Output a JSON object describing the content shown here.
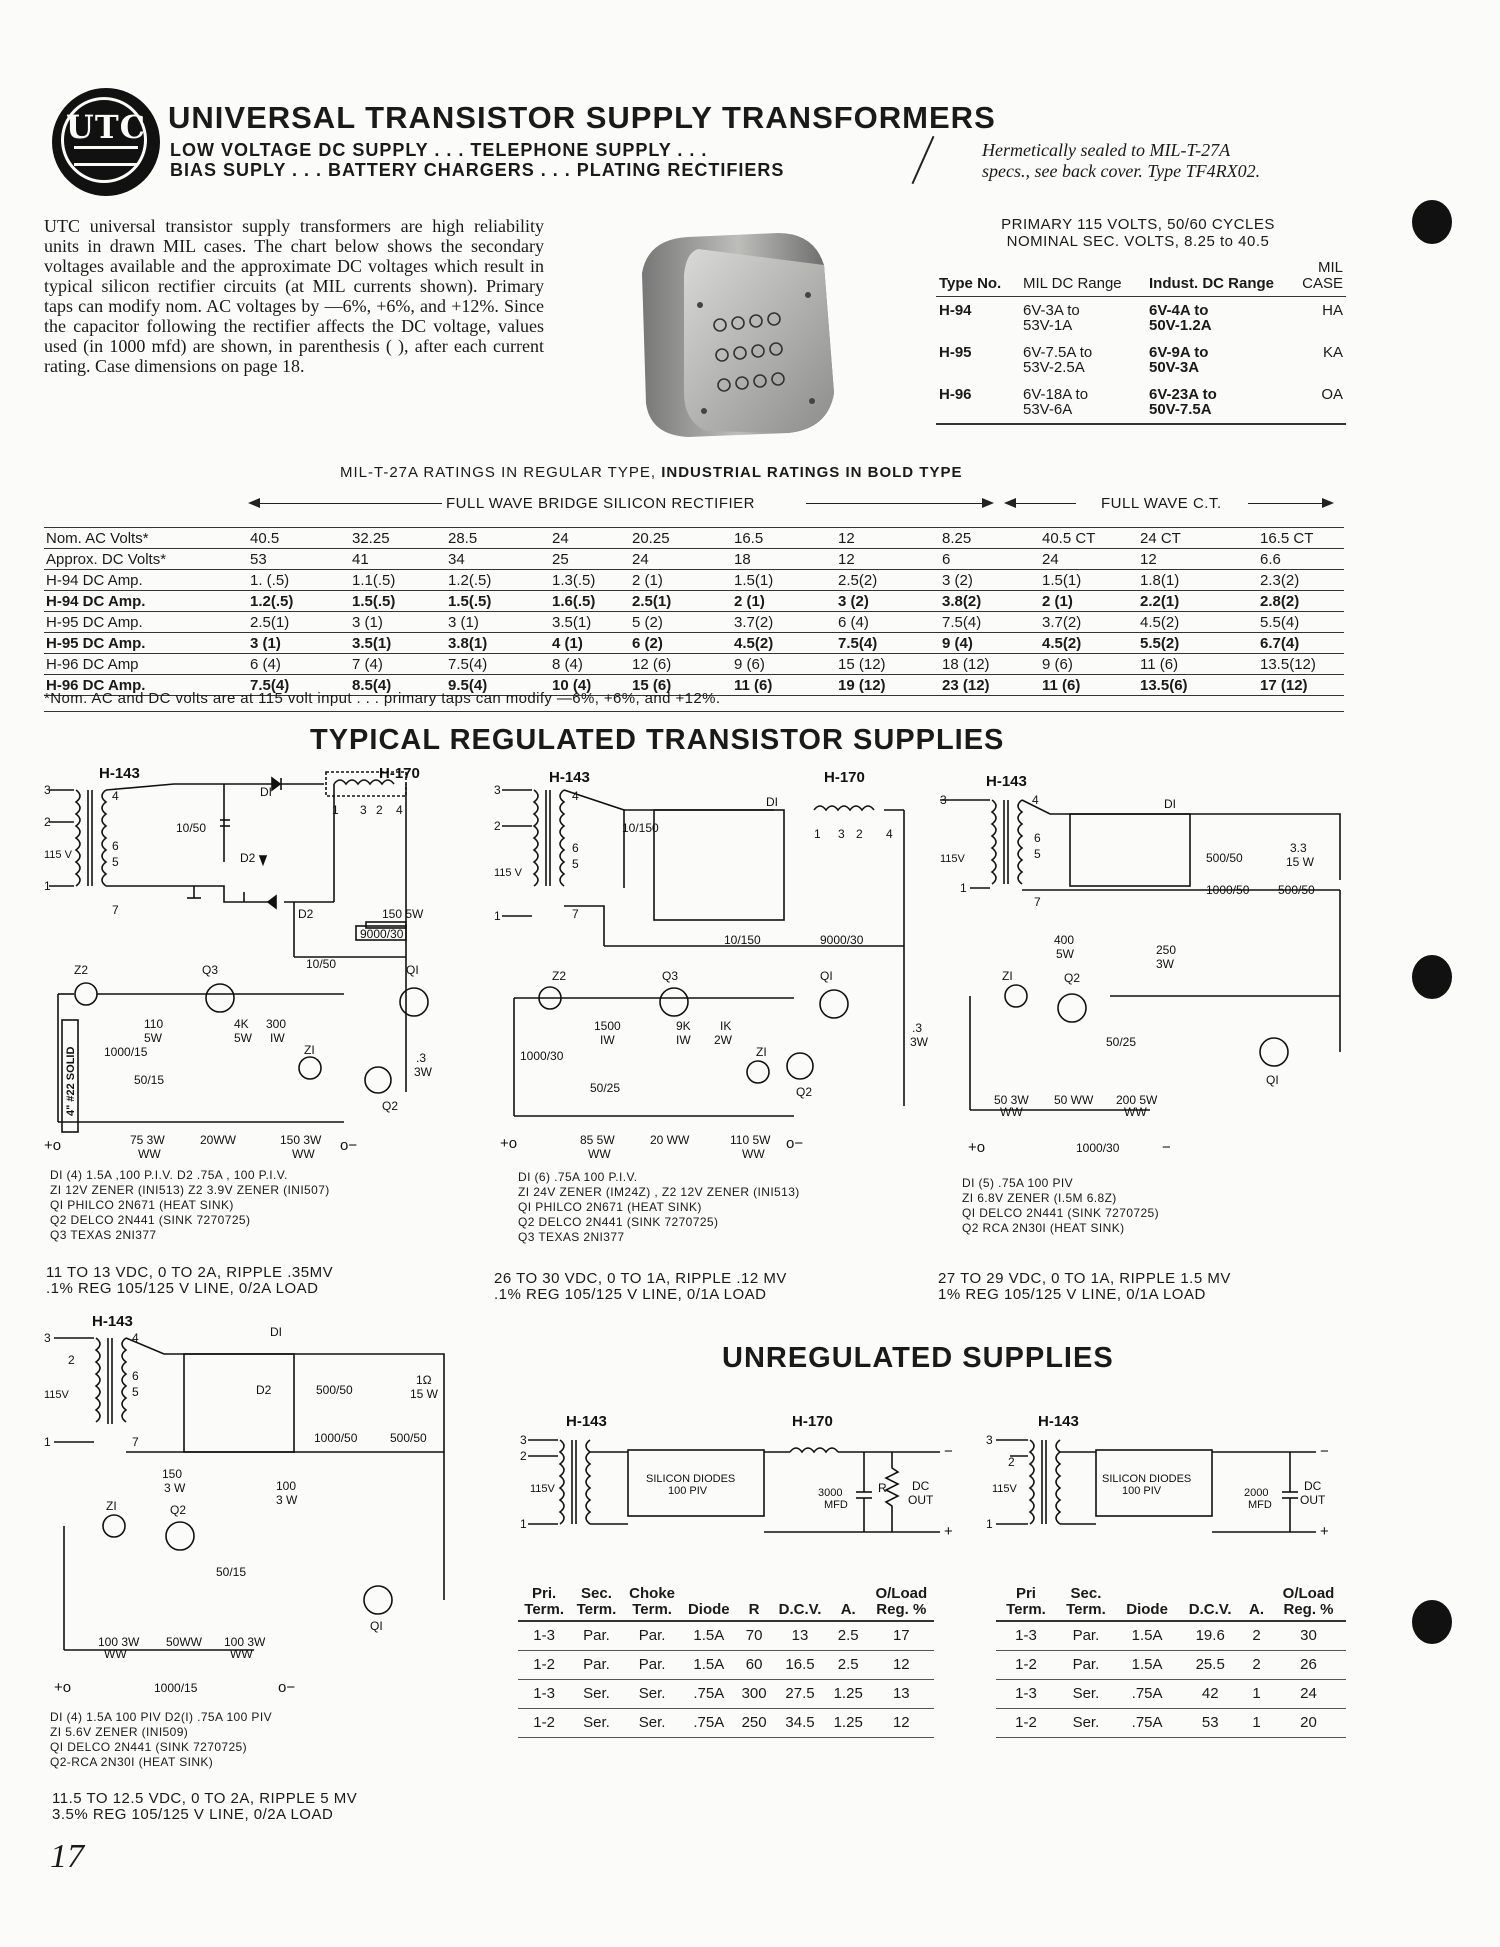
{
  "header": {
    "logo": "UTC",
    "title": "UNIVERSAL TRANSISTOR SUPPLY TRANSFORMERS",
    "subtitle_line1": "LOW VOLTAGE DC SUPPLY . . . TELEPHONE SUPPLY . . .",
    "subtitle_line2": "BIAS SUPLY . . . BATTERY CHARGERS . . . PLATING RECTIFIERS",
    "note_line1": "Hermetically sealed to MIL-T-27A",
    "note_line2": "specs., see back cover. Type TF4RX02."
  },
  "intro": "UTC universal transistor supply transformers are high reliability units in drawn MIL cases. The chart below shows the secondary voltages available and the approximate DC voltages which result in typical silicon rectifier circuits (at MIL currents shown). Primary taps can modify nom. AC voltages by —6%, +6%, and +12%. Since the capacitor following the rectifier affects the DC voltage, values used (in 1000 mfd) are shown, in parenthesis ( ), after each current rating. Case dimensions on page 18.",
  "primary_table": {
    "head_line1": "PRIMARY 115 VOLTS, 50/60 CYCLES",
    "head_line2": "NOMINAL SEC. VOLTS, 8.25 to 40.5",
    "col_type": "Type No.",
    "col_mil": "MIL DC Range",
    "col_indust": "Indust. DC Range",
    "col_case": "MIL CASE",
    "rows": [
      {
        "type": "H-94",
        "mil_a": "6V-3A to",
        "mil_b": "53V-1A",
        "ind_a": "6V-4A to",
        "ind_b": "50V-1.2A",
        "case": "HA"
      },
      {
        "type": "H-95",
        "mil_a": "6V-7.5A to",
        "mil_b": "53V-2.5A",
        "ind_a": "6V-9A to",
        "ind_b": "50V-3A",
        "case": "KA"
      },
      {
        "type": "H-96",
        "mil_a": "6V-18A to",
        "mil_b": "53V-6A",
        "ind_a": "6V-23A to",
        "ind_b": "50V-7.5A",
        "case": "OA"
      }
    ]
  },
  "ratings": {
    "note_regular": "MIL-T-27A RATINGS IN REGULAR TYPE,",
    "note_bold": "INDUSTRIAL RATINGS IN BOLD TYPE",
    "bridge_label": "FULL WAVE BRIDGE SILICON RECTIFIER",
    "ct_label": "FULL WAVE C.T.",
    "rows": [
      {
        "label": "Nom. AC Volts*",
        "bold": false,
        "cells": [
          "40.5",
          "32.25",
          "28.5",
          "24",
          "20.25",
          "16.5",
          "12",
          "8.25",
          "40.5 CT",
          "24 CT",
          "16.5 CT"
        ]
      },
      {
        "label": "Approx. DC Volts*",
        "bold": false,
        "cells": [
          "53",
          "41",
          "34",
          "25",
          "24",
          "18",
          "12",
          "6",
          "24",
          "12",
          "6.6"
        ]
      },
      {
        "label": "H-94 DC Amp.",
        "bold": false,
        "cells": [
          "1. (.5)",
          "1.1(.5)",
          "1.2(.5)",
          "1.3(.5)",
          "2 (1)",
          "1.5(1)",
          "2.5(2)",
          "3 (2)",
          "1.5(1)",
          "1.8(1)",
          "2.3(2)"
        ]
      },
      {
        "label": "H-94 DC Amp.",
        "bold": true,
        "cells": [
          "1.2(.5)",
          "1.5(.5)",
          "1.5(.5)",
          "1.6(.5)",
          "2.5(1)",
          "2 (1)",
          "3 (2)",
          "3.8(2)",
          "2 (1)",
          "2.2(1)",
          "2.8(2)"
        ]
      },
      {
        "label": "H-95 DC Amp.",
        "bold": false,
        "cells": [
          "2.5(1)",
          "3 (1)",
          "3 (1)",
          "3.5(1)",
          "5 (2)",
          "3.7(2)",
          "6 (4)",
          "7.5(4)",
          "3.7(2)",
          "4.5(2)",
          "5.5(4)"
        ]
      },
      {
        "label": "H-95 DC Amp.",
        "bold": true,
        "cells": [
          "3 (1)",
          "3.5(1)",
          "3.8(1)",
          "4 (1)",
          "6 (2)",
          "4.5(2)",
          "7.5(4)",
          "9 (4)",
          "4.5(2)",
          "5.5(2)",
          "6.7(4)"
        ]
      },
      {
        "label": "H-96 DC Amp",
        "bold": false,
        "cells": [
          "6 (4)",
          "7 (4)",
          "7.5(4)",
          "8 (4)",
          "12 (6)",
          "9 (6)",
          "15 (12)",
          "18 (12)",
          "9 (6)",
          "11 (6)",
          "13.5(12)"
        ]
      },
      {
        "label": "H-96 DC Amp.",
        "bold": true,
        "cells": [
          "7.5(4)",
          "8.5(4)",
          "9.5(4)",
          "10 (4)",
          "15 (6)",
          "11 (6)",
          "19 (12)",
          "23 (12)",
          "11 (6)",
          "13.5(6)",
          "17 (12)"
        ]
      }
    ],
    "footnote": "*Nom. AC and DC volts are at 115 volt input . . . primary taps can modify —6%, +6%, and +12%."
  },
  "regulated": {
    "title": "TYPICAL REGULATED TRANSISTOR SUPPLIES",
    "circuits": [
      {
        "xfmr": "H-143",
        "choke": "H-170",
        "parts": [
          "DI (4) 1.5A ,100 P.I.V. D2 .75A , 100 P.I.V.",
          "ZI 12V ZENER (INI513) Z2 3.9V ZENER (INI507)",
          "QI PHILCO 2N671 (HEAT SINK)",
          "Q2 DELCO 2N441 (SINK 7270725)",
          "Q3 TEXAS 2NI377"
        ],
        "spec1": "11 TO 13 VDC, 0 TO 2A, RIPPLE .35MV",
        "spec2": ".1% REG 105/125 V LINE, 0/2A LOAD"
      },
      {
        "xfmr": "H-143",
        "choke": "H-170",
        "parts": [
          "DI (6) .75A 100 P.I.V.",
          "ZI 24V ZENER (IM24Z) , Z2 12V ZENER (INI513)",
          "QI PHILCO 2N671 (HEAT SINK)",
          "Q2 DELCO 2N441 (SINK 7270725)",
          "Q3 TEXAS 2NI377"
        ],
        "spec1": "26 TO 30 VDC, 0 TO 1A, RIPPLE .12 MV",
        "spec2": ".1% REG 105/125 V LINE, 0/1A LOAD"
      },
      {
        "xfmr": "H-143",
        "parts": [
          "DI (5) .75A 100 PIV",
          "ZI 6.8V ZENER (I.5M 6.8Z)",
          "QI DELCO 2N441 (SINK 7270725)",
          "Q2 RCA 2N30I (HEAT SINK)"
        ],
        "spec1": "27 TO 29 VDC, 0 TO 1A, RIPPLE 1.5 MV",
        "spec2": "1% REG 105/125 V LINE, 0/1A LOAD"
      },
      {
        "xfmr": "H-143",
        "parts": [
          "DI (4) 1.5A 100 PIV D2(I) .75A 100 PIV",
          "ZI 5.6V ZENER (INI509)",
          "QI DELCO 2N441 (SINK 7270725)",
          "Q2-RCA 2N30I (HEAT SINK)"
        ],
        "spec1": "11.5 TO 12.5 VDC, 0 TO 2A, RIPPLE 5 MV",
        "spec2": "3.5% REG 105/125 V LINE, 0/2A LOAD"
      }
    ]
  },
  "schematic_labels": {
    "t3": "3",
    "t2": "2",
    "t1": "1",
    "v115": "115 V",
    "v115b": "115V",
    "p4": "4",
    "p5": "5",
    "p6": "6",
    "p7": "7",
    "ch1": "1",
    "ch3": "3",
    "ch2": "2",
    "ch4": "4",
    "d1": "DI",
    "d2": "D2",
    "z1": "ZI",
    "z2": "Z2",
    "q1": "QI",
    "q2": "Q2",
    "q3": "Q3",
    "c10_50": "10/50",
    "c10_150": "10/150",
    "c9000_30": "9000/30",
    "c1000_15": "1000/15",
    "c50_15": "50/15",
    "c50_25": "50/25",
    "c1000_30": "1000/30",
    "c500_50": "500/50",
    "c1000_50": "1000/50",
    "r150_5w": "150 5W",
    "r3_3w": ".3",
    "r3w": "3W",
    "r110": "110",
    "r5w": "5W",
    "r4k": "4K",
    "r300": "300",
    "r1w": "IW",
    "r1500": "1500",
    "r9k": "9K",
    "r1k": "IK",
    "r2w": "2W",
    "solid": "4\" #22 SOLID",
    "r75_3w": "75 3W",
    "r20ww": "20WW",
    "r150_3w": "150 3W",
    "ww": "WW",
    "r85_5w": "85 5W",
    "r20_ww": "20 WW",
    "r110_5w": "110 5W",
    "r400": "400",
    "r250": "250",
    "r3_3": "3.3",
    "r15w": "15 W",
    "r50_3w": "50 3W",
    "r50_ww": "50 WW",
    "r200_5w": "200 5W",
    "r1ohm": "1Ω",
    "r150": "150",
    "r3w_b": "3 W",
    "r100": "100",
    "r100_3w": "100 3W",
    "r50ww": "50WW",
    "plus": "+",
    "minus": "−",
    "plus_o": "+o",
    "o_minus": "o−"
  },
  "unregulated": {
    "title": "UNREGULATED SUPPLIES",
    "circuit1": {
      "xfmr": "H-143",
      "choke": "H-170",
      "diodes": "SILICON DIODES",
      "piv": "100 PIV",
      "cap": "3000",
      "mfd": "MFD",
      "r": "R",
      "dc": "DC",
      "out": "OUT"
    },
    "circuit2": {
      "xfmr": "H-143",
      "diodes": "SILICON DIODES",
      "piv": "100 PIV",
      "cap": "2000",
      "mfd": "MFD",
      "dc": "DC",
      "out": "OUT"
    },
    "table1": {
      "headers": [
        [
          "Pri.",
          "Term."
        ],
        [
          "Sec.",
          "Term."
        ],
        [
          "Choke",
          "Term."
        ],
        [
          "",
          "Diode"
        ],
        [
          "",
          "R"
        ],
        [
          "",
          "D.C.V."
        ],
        [
          "",
          "A."
        ],
        [
          "O/Load",
          "Reg. %"
        ]
      ],
      "rows": [
        [
          "1-3",
          "Par.",
          "Par.",
          "1.5A",
          "70",
          "13",
          "2.5",
          "17"
        ],
        [
          "1-2",
          "Par.",
          "Par.",
          "1.5A",
          "60",
          "16.5",
          "2.5",
          "12"
        ],
        [
          "1-3",
          "Ser.",
          "Ser.",
          ".75A",
          "300",
          "27.5",
          "1.25",
          "13"
        ],
        [
          "1-2",
          "Ser.",
          "Ser.",
          ".75A",
          "250",
          "34.5",
          "1.25",
          "12"
        ]
      ]
    },
    "table2": {
      "headers": [
        [
          "Pri",
          "Term."
        ],
        [
          "Sec.",
          "Term."
        ],
        [
          "",
          "Diode"
        ],
        [
          "",
          "D.C.V."
        ],
        [
          "",
          "A."
        ],
        [
          "O/Load",
          "Reg. %"
        ]
      ],
      "rows": [
        [
          "1-3",
          "Par.",
          "1.5A",
          "19.6",
          "2",
          "30"
        ],
        [
          "1-2",
          "Par.",
          "1.5A",
          "25.5",
          "2",
          "26"
        ],
        [
          "1-3",
          "Ser.",
          ".75A",
          "42",
          "1",
          "24"
        ],
        [
          "1-2",
          "Ser.",
          ".75A",
          "53",
          "1",
          "20"
        ]
      ]
    }
  },
  "page_number": "17"
}
